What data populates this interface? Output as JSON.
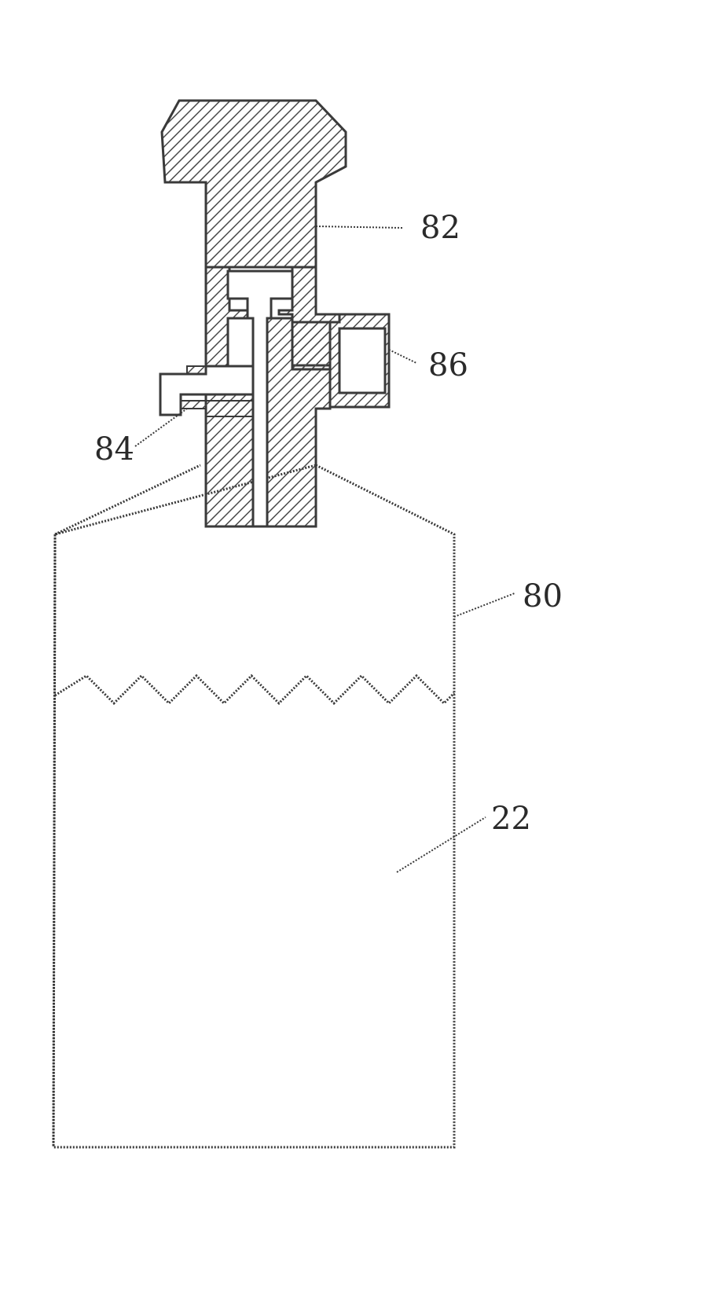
{
  "figure": {
    "labels": {
      "valve_cap": "82",
      "side_port": "86",
      "outlet_port": "84",
      "cylinder": "80",
      "liquid": "22"
    }
  },
  "colors": {
    "line": "#3a3a3a",
    "hatch": "#4a4a4a",
    "background": "#ffffff"
  }
}
